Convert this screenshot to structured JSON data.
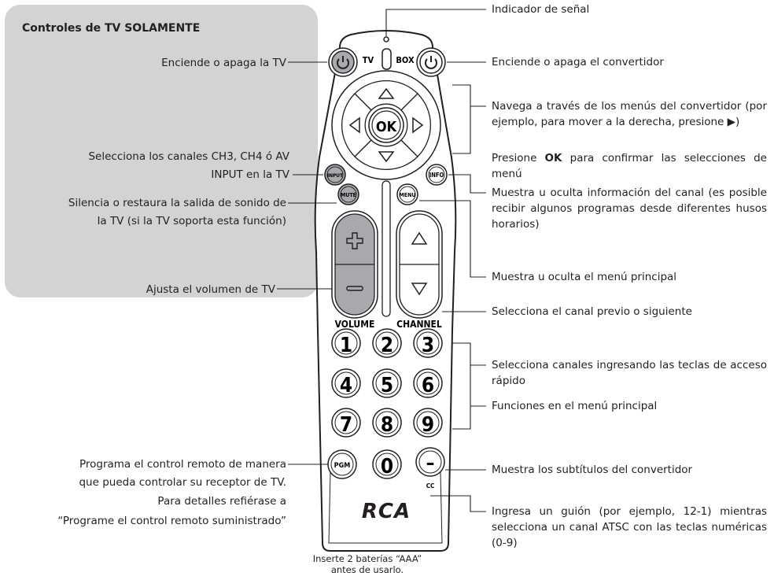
{
  "panel": {
    "title": "Controles de TV SOLAMENTE"
  },
  "remote": {
    "tv_label": "TV",
    "box_label": "BOX",
    "ok_label": "OK",
    "input_label": "INPUT",
    "info_label": "INFO",
    "mute_label": "MUTE",
    "menu_label": "MENU",
    "volume_label": "VOLUME",
    "channel_label": "CHANNEL",
    "pgm_label": "PGM",
    "cc_label": "CC",
    "dash_label": "–",
    "brand": "RCA",
    "keys": [
      "1",
      "2",
      "3",
      "4",
      "5",
      "6",
      "7",
      "8",
      "9",
      "0"
    ]
  },
  "labels": {
    "signal": "Indicador de señal",
    "tv_power": "Enciende o apaga la TV",
    "box_power": "Enciende o apaga el convertidor",
    "nav_1": "Navega a través de los menús del convertidor (por ejemplo, para mover a la derecha, presione ▶)",
    "nav_2_pre": "Presione ",
    "nav_2_bold": "OK",
    "nav_2_post": " para confirmar las selecciones de menú",
    "input_1": "Selecciona los canales CH3, CH4 ó AV",
    "input_2": "INPUT en la TV",
    "info": "Muestra u oculta información del canal (es posible recibir algunos programas desde diferentes husos horarios)",
    "mute_1": "Silencia o restaura la salida de sonido de",
    "mute_2": "la TV (si la TV soporta esta función)",
    "menu": "Muestra u oculta el menú principal",
    "volume": "Ajusta el volumen de TV",
    "channel": "Selecciona el canal previo o siguiente",
    "keys_1": "Selecciona canales ingresando las teclas de acceso rápido",
    "keys_2": "Funciones en el menú principal",
    "pgm_1": "Programa el control remoto de manera",
    "pgm_2": "que pueda controlar su receptor de TV.",
    "pgm_3": "Para detalles refiérase a",
    "pgm_4": "“Programe el control remoto suministrado”",
    "cc": "Muestra los subtítulos del convertidor",
    "dash": "Ingresa un guión (por ejemplo, 12-1) mientras selecciona un canal ATSC con las teclas numéricas (0-9)"
  },
  "caption": {
    "line1": "Inserte 2 baterías “AAA”",
    "line2": "antes de usarlo."
  }
}
